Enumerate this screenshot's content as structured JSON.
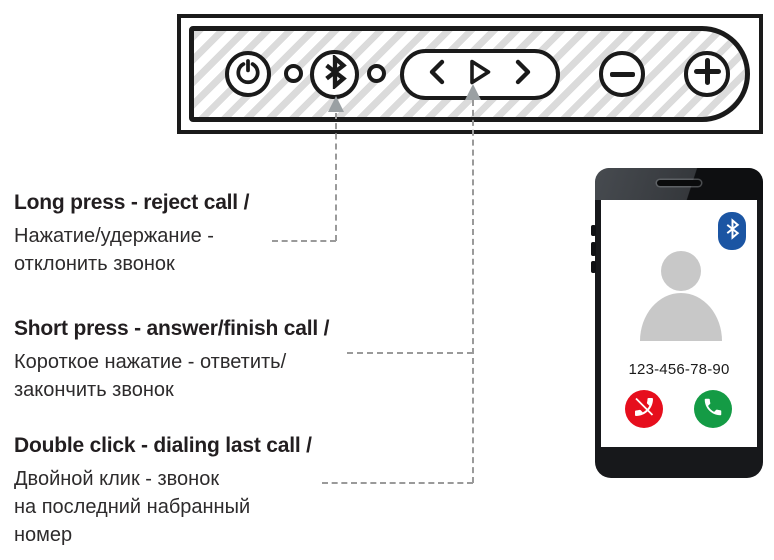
{
  "instructions": [
    {
      "title": "Long press - reject call /",
      "lines": [
        "Нажатие/удержание -",
        "отклонить звонок"
      ]
    },
    {
      "title": "Short press - answer/finish call /",
      "lines": [
        "Короткое нажатие - ответить/",
        "закончить звонок"
      ]
    },
    {
      "title": "Double click - dialing last call /",
      "lines": [
        "Двойной клик - звонок",
        "на последний набранный",
        "номер"
      ]
    }
  ],
  "phone": {
    "number": "123-456-78-90",
    "icons": [
      "bluetooth-badge",
      "contact-avatar",
      "decline-call",
      "answer-call"
    ]
  },
  "panel": {
    "buttons": [
      "power",
      "led-indicator",
      "bluetooth",
      "led-indicator",
      "previous-track",
      "play",
      "next-track",
      "volume-down",
      "volume-up"
    ]
  },
  "colors": {
    "panel_black": "#1a1a1a",
    "hatch_gray": "#dbdbdb",
    "connector_gray": "#9a9a9a",
    "bluetooth_blue": "#1b55a3",
    "decline_red": "#e60e1d",
    "answer_green": "#149b45",
    "avatar_gray": "#c8c8c8"
  }
}
